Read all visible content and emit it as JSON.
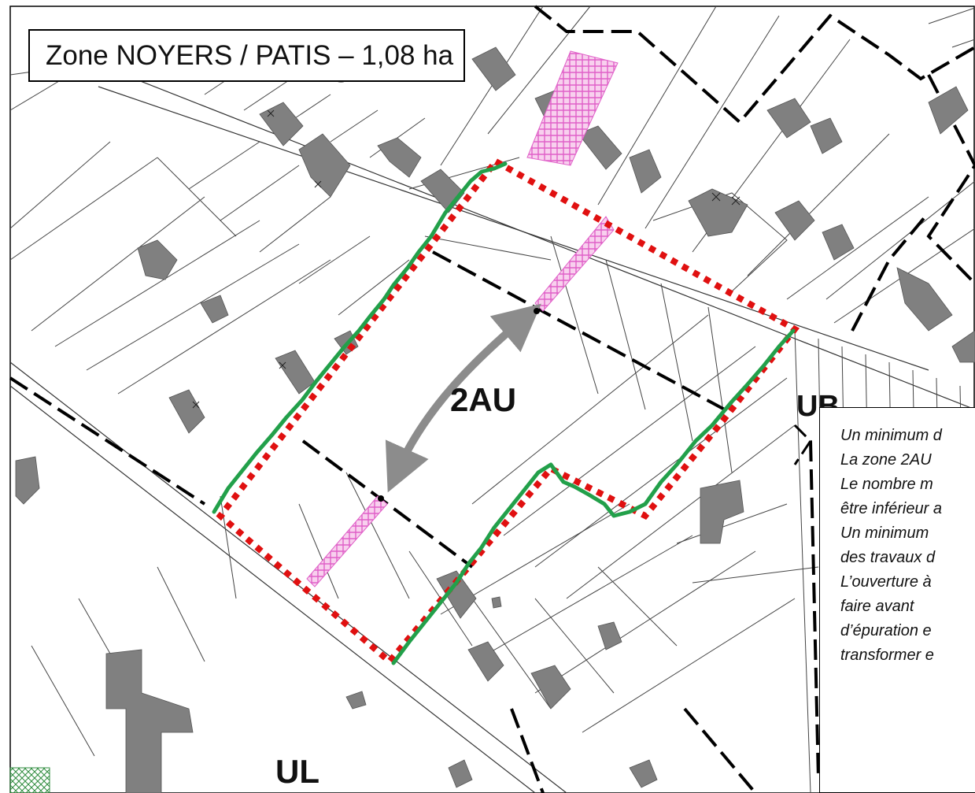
{
  "title": "Zone NOYERS / PATIS – 1,08 ha",
  "zones": {
    "main": "2AU",
    "north_east": "UB",
    "south": "UL",
    "north_partial": "UB"
  },
  "notes": [
    "Un minimum d",
    "La zone 2AU",
    "Le nombre m",
    "être inférieur a",
    "Un minimum",
    "des travaux d",
    "L’ouverture à",
    "faire avant",
    "d’épuration e",
    "transformer e"
  ],
  "colors": {
    "zone_outline": "#e01010",
    "boundary_trace": "#22a04a",
    "pedestrian_link": "#e060c8",
    "building": "#808080",
    "arrow": "#8c8c8c"
  }
}
